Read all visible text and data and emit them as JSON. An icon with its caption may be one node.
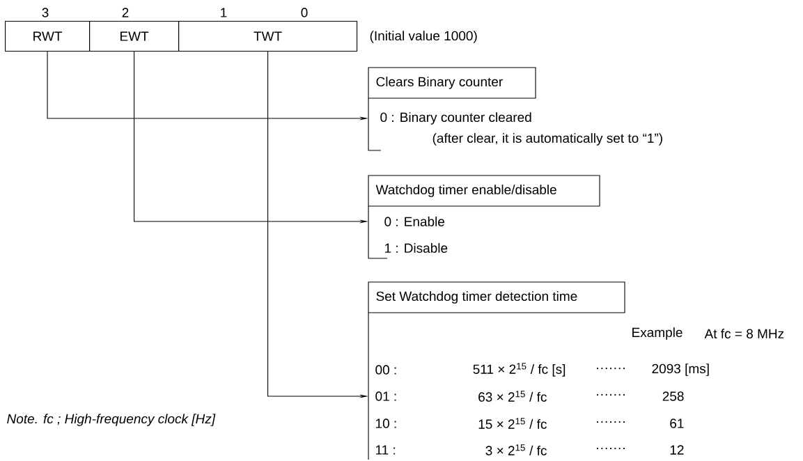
{
  "diagram": {
    "nodes": [
      {
        "text": [
          "RWT"
        ]
      },
      {
        "text": [
          "EWT"
        ]
      },
      {
        "text": [
          "TWT"
        ]
      },
      {
        "text": [
          "Clears Binary counter",
          "0 :  Binary counter cleared",
          "(after clear, it is automatically set to “1”)"
        ]
      },
      {
        "text": [
          "Watchdog timer enable/disable",
          "0 :  Enable",
          "1 :  Disable"
        ]
      },
      {
        "text": [
          "Set Watchdog timer detection time"
        ]
      }
    ],
    "edges": [
      {
        "from": 0,
        "to": 3,
        "arrow": "to"
      },
      {
        "from": 1,
        "to": 4,
        "arrow": "to"
      },
      {
        "from": 2,
        "to": 5,
        "arrow": "to"
      }
    ],
    "labels": [
      "3",
      "2",
      "1",
      "0",
      "(Initial value 1000)",
      "Example",
      "At fc = 8 MHz",
      "00 :",
      "511 × 2$^{15}$ / fc [s]",
      "·······",
      "2093 [ms]",
      "01 :",
      "63 × 2$^{15}$ / fc",
      "·······",
      "258",
      "10 :",
      "15 × 2$^{15}$ / fc",
      "·······",
      "61",
      "11 :",
      "3 × 2$^{15}$ / fc",
      "·······",
      "12",
      "Note. fc ; High-frequency clock [Hz]"
    ]
  }
}
